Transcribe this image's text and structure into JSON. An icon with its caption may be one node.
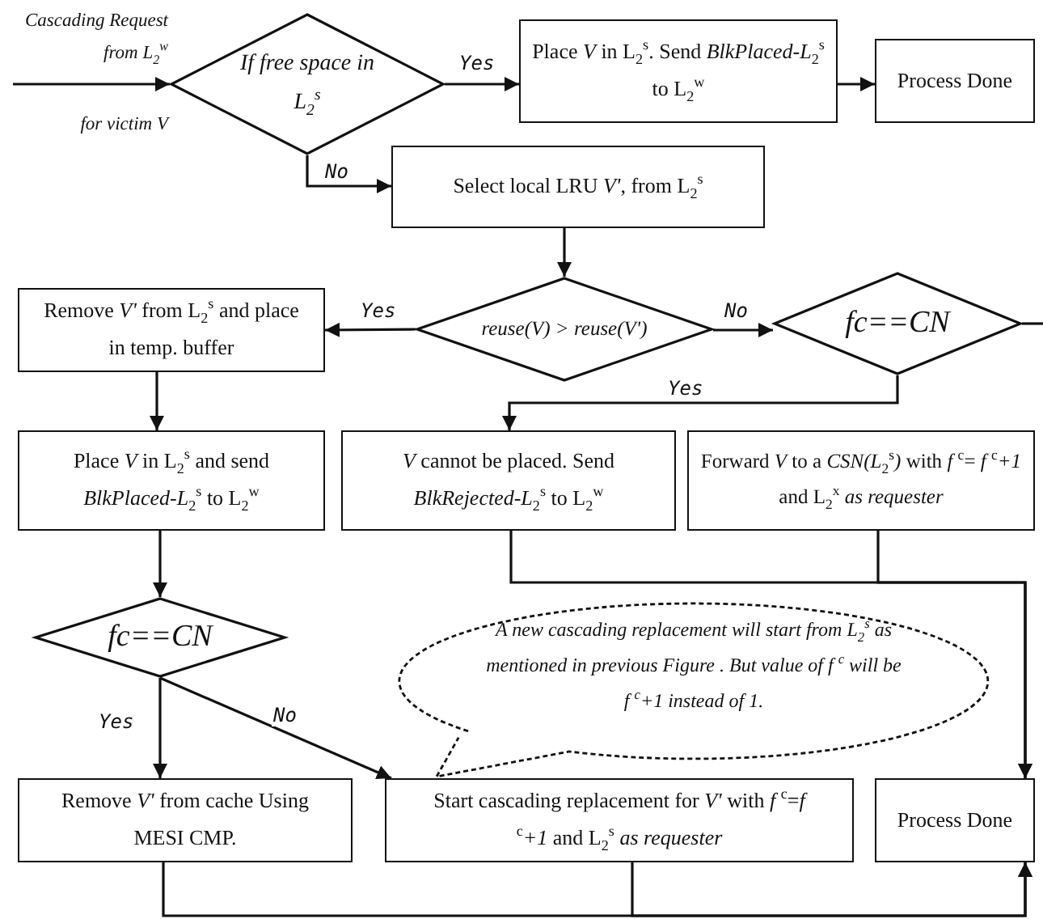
{
  "diagram": {
    "nodes": [
      {
        "text": [
          "Cascading Request from L$_{2}$$^{w}$",
          "for victim V"
        ]
      },
      {
        "text": [
          "If free space in L$_{2}$$^{s}$"
        ]
      },
      {
        "text": [
          "Place *V* in L$_{2}$$^{s}$. Send *BlkPlaced-L*$_{2}$$^{s}$ to L$_{2}$$^{w}$"
        ]
      },
      {
        "text": [
          "Process Done"
        ]
      },
      {
        "text": [
          "Select local LRU *V'*, from L$_{2}$$^{s}$"
        ]
      },
      {
        "text": [
          "reuse(V) > reuse(V')"
        ]
      },
      {
        "text": [
          "fc==CN"
        ]
      },
      {
        "text": [
          "Remove *V'* from L$_{2}$$^{s}$ and place in temp. buffer"
        ]
      },
      {
        "text": [
          "Place *V* in L$_{2}$$^{s}$ and send *BlkPlaced-L*$_{2}$$^{s}$ to L$_{2}$$^{w}$"
        ]
      },
      {
        "text": [
          "*V* cannot be placed. Send *BlkRejected-L*$_{2}$$^{s}$ to L$_{2}$$^{w}$"
        ]
      },
      {
        "text": [
          "Forward *V* to a *CSN(L*$_{2}$$^{s}$*)* with *f* $^{c}$= *f* $^{c}$*+1* and L$_{2}$$^{x}$ *as requester*"
        ]
      },
      {
        "text": [
          "fc==CN"
        ]
      },
      {
        "text": [
          "A new cascading replacement will start from L$_{2}$$^{s}$ as mentioned in previous Figure . But value of f $^{c}$ will be f $^{c}$+1 instead of 1."
        ]
      },
      {
        "text": [
          "Remove *V'* from cache Using MESI CMP."
        ]
      },
      {
        "text": [
          "Start cascading replacement for *V'* with *f* $^{c}$=*f* $^{c}$*+1* and L$_{2}$$^{s}$ *as requester*"
        ]
      },
      {
        "text": [
          "Process Done"
        ]
      }
    ],
    "edges": [
      {
        "from": 0,
        "to": 1,
        "arrow": "to"
      },
      {
        "from": 1,
        "to": 2,
        "arrow": "to",
        "label": "Yes"
      },
      {
        "from": 2,
        "to": 3,
        "arrow": "to"
      },
      {
        "from": 1,
        "to": 4,
        "arrow": "to",
        "label": "No"
      },
      {
        "from": 4,
        "to": 5,
        "arrow": "to"
      },
      {
        "from": 5,
        "to": 7,
        "arrow": "to",
        "label": "Yes"
      },
      {
        "from": 5,
        "to": 6,
        "arrow": "to",
        "label": "No"
      },
      {
        "from": 6,
        "to": 9,
        "arrow": "to",
        "label": "Yes"
      },
      {
        "from": 6,
        "to": null,
        "arrow": "none"
      },
      {
        "from": 7,
        "to": 8,
        "arrow": "to"
      },
      {
        "from": 8,
        "to": 11,
        "arrow": "to"
      },
      {
        "from": 9,
        "to": 15,
        "arrow": "to"
      },
      {
        "from": 10,
        "to": 15,
        "arrow": "to"
      },
      {
        "from": 11,
        "to": 13,
        "arrow": "to",
        "label": "Yes"
      },
      {
        "from": 11,
        "to": 14,
        "arrow": "to",
        "label": "No"
      },
      {
        "from": 13,
        "to": 15,
        "arrow": "to"
      },
      {
        "from": 14,
        "to": 15,
        "arrow": "to"
      }
    ]
  }
}
